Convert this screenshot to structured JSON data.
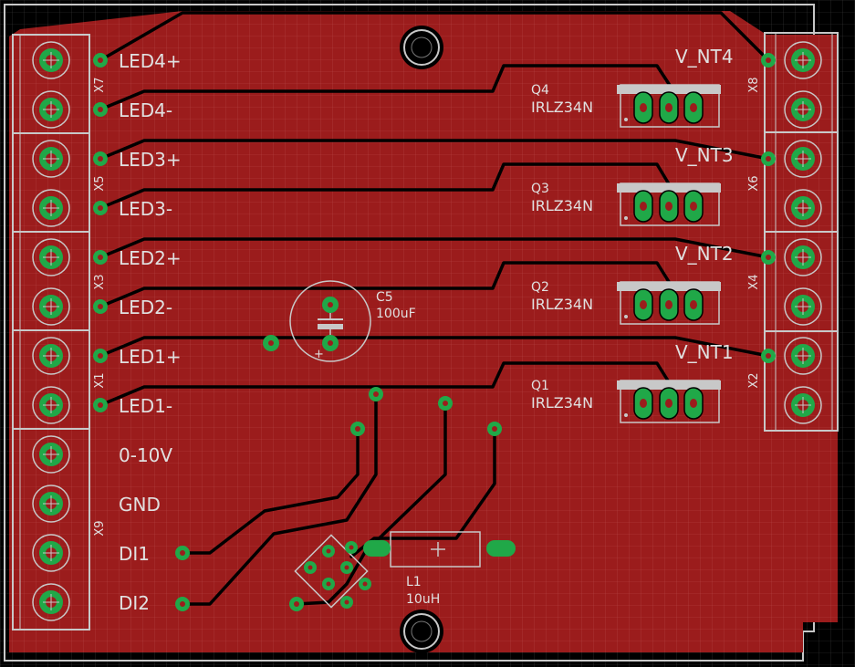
{
  "colors": {
    "background": "#000000",
    "grid": "#3a3a3a",
    "copper": "#9b1c1c",
    "trace": "#000000",
    "pad": "#20a848",
    "outline": "#c8c8c8",
    "silk": "#e0e0e0"
  },
  "left_connectors": [
    {
      "name": "X7",
      "pins": [
        "LED4+",
        "LED4-"
      ]
    },
    {
      "name": "X5",
      "pins": [
        "LED3+",
        "LED3-"
      ]
    },
    {
      "name": "X3",
      "pins": [
        "LED2+",
        "LED2-"
      ]
    },
    {
      "name": "X1",
      "pins": [
        "LED1+",
        "LED1-"
      ]
    },
    {
      "name": "X9",
      "pins": [
        "0-10V",
        "GND",
        "DI1",
        "DI2"
      ]
    }
  ],
  "right_connectors": [
    {
      "name": "X8",
      "label": "V_NT4"
    },
    {
      "name": "X6",
      "label": "V_NT3"
    },
    {
      "name": "X4",
      "label": "V_NT2"
    },
    {
      "name": "X2",
      "label": "V_NT1"
    }
  ],
  "transistors": [
    {
      "ref": "Q4",
      "value": "IRLZ34N"
    },
    {
      "ref": "Q3",
      "value": "IRLZ34N"
    },
    {
      "ref": "Q2",
      "value": "IRLZ34N"
    },
    {
      "ref": "Q1",
      "value": "IRLZ34N"
    }
  ],
  "capacitor": {
    "ref": "C5",
    "value": "100uF",
    "polarity": "+"
  },
  "inductor": {
    "ref": "L1",
    "value": "10uH"
  }
}
